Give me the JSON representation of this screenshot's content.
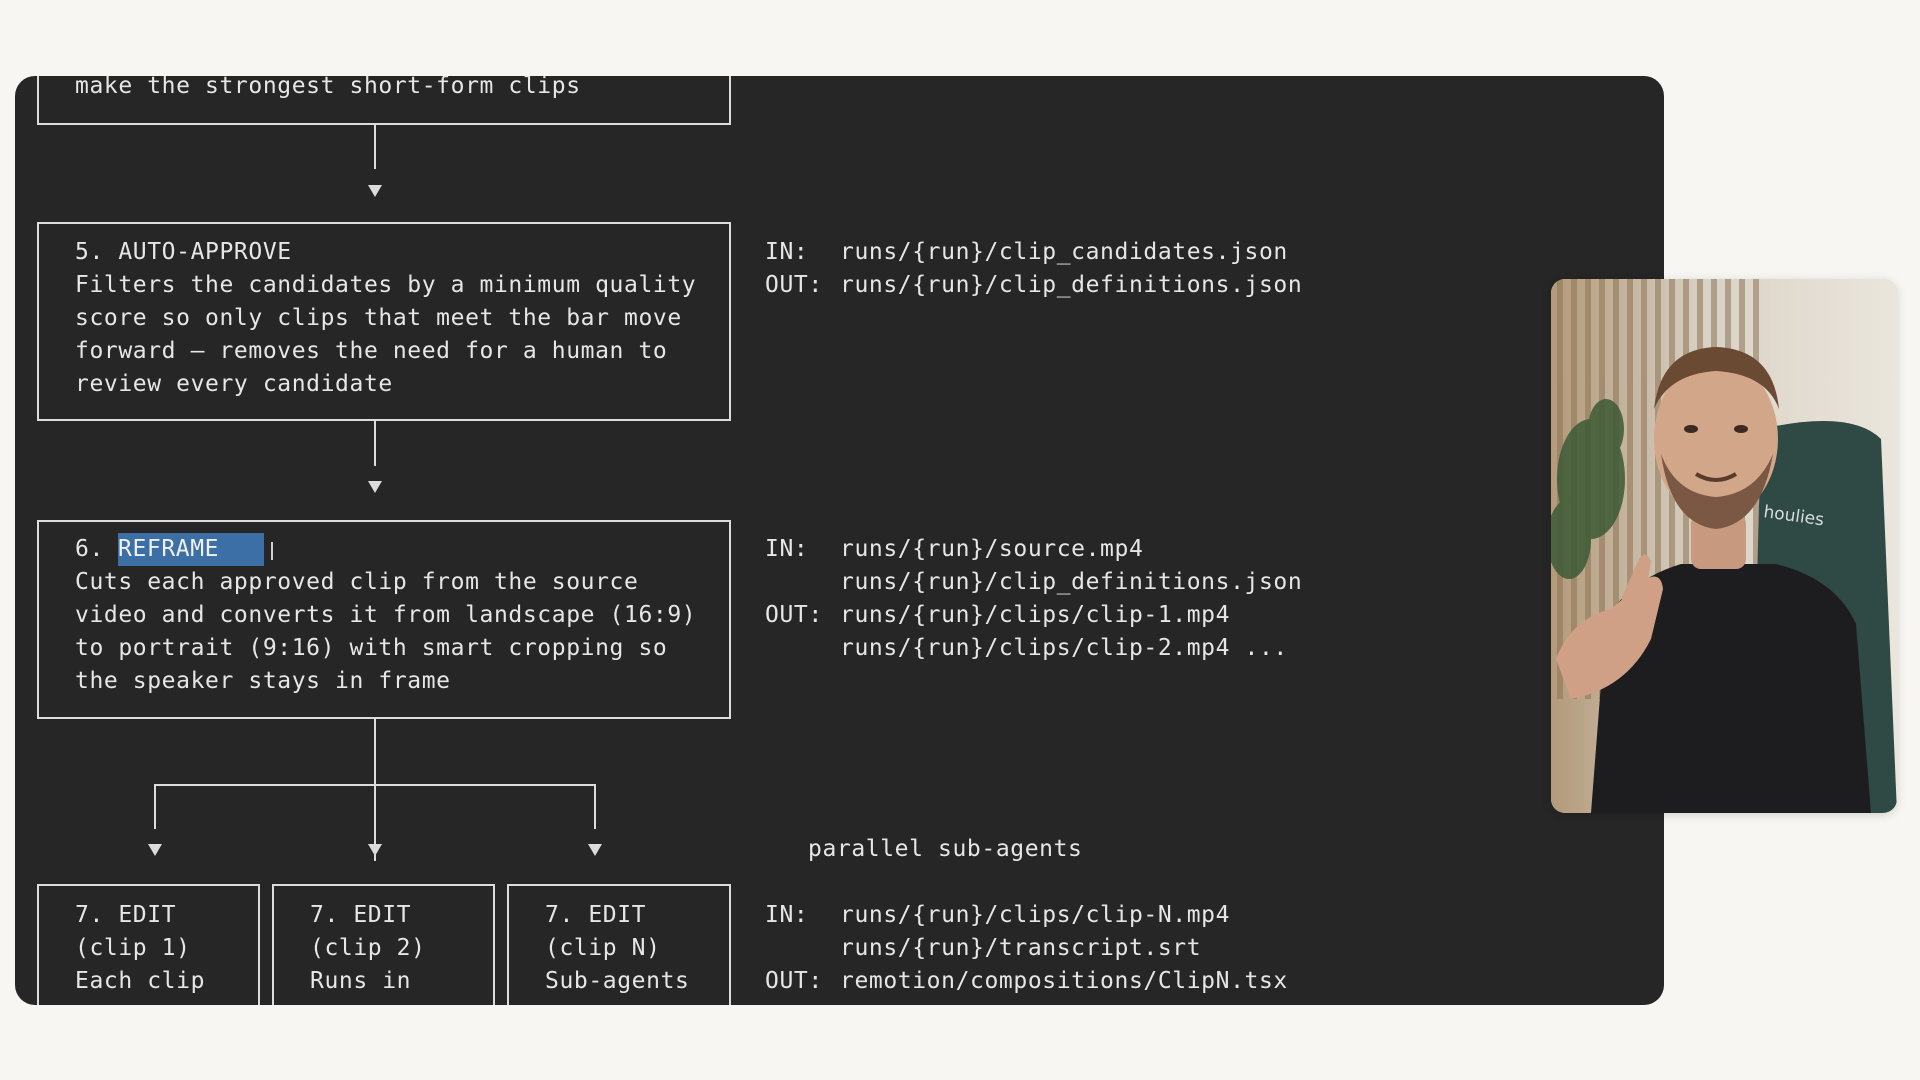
{
  "terminal": {
    "step4": {
      "lines": [
        "make the strongest short-form clips"
      ]
    },
    "step5": {
      "title": "5. AUTO-APPROVE",
      "lines": [
        "Filters the candidates by a minimum quality",
        "score so only clips that meet the bar move",
        "forward — removes the need for a human to",
        "review every candidate"
      ],
      "io": [
        {
          "label": "IN:",
          "path": "runs/{run}/clip_candidates.json"
        },
        {
          "label": "OUT:",
          "path": "runs/{run}/clip_definitions.json"
        }
      ]
    },
    "step6": {
      "number": "6.",
      "title": "REFRAME",
      "lines": [
        "Cuts each approved clip from the source",
        "video and converts it from landscape (16:9)",
        "to portrait (9:16) with smart cropping so",
        "the speaker stays in frame"
      ],
      "io": [
        {
          "label": "IN:",
          "path": "runs/{run}/source.mp4"
        },
        {
          "label": "",
          "path": "runs/{run}/clip_definitions.json"
        },
        {
          "label": "OUT:",
          "path": "runs/{run}/clips/clip-1.mp4"
        },
        {
          "label": "",
          "path": "runs/{run}/clips/clip-2.mp4 ..."
        }
      ]
    },
    "parallel_label": "parallel sub-agents",
    "step7": {
      "boxes": [
        {
          "lines": [
            "7. EDIT",
            "(clip 1)",
            "Each clip"
          ]
        },
        {
          "lines": [
            "7. EDIT",
            "(clip 2)",
            "Runs in"
          ]
        },
        {
          "lines": [
            "7. EDIT",
            "(clip N)",
            "Sub-agents"
          ]
        }
      ],
      "io": [
        {
          "label": "IN:",
          "path": "runs/{run}/clips/clip-N.mp4"
        },
        {
          "label": "",
          "path": "runs/{run}/transcript.srt"
        },
        {
          "label": "OUT:",
          "path": "remotion/compositions/ClipN.tsx"
        }
      ]
    }
  },
  "webcam": {
    "chair_logo": "houlies"
  }
}
